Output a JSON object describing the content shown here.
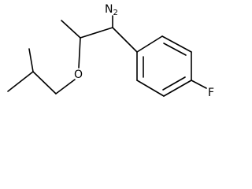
{
  "molecule": {
    "atoms": {
      "amine": {
        "element": "N",
        "hydrogens": "2"
      },
      "oxygen": {
        "element": "O"
      },
      "fluorine": {
        "element": "F"
      }
    }
  }
}
